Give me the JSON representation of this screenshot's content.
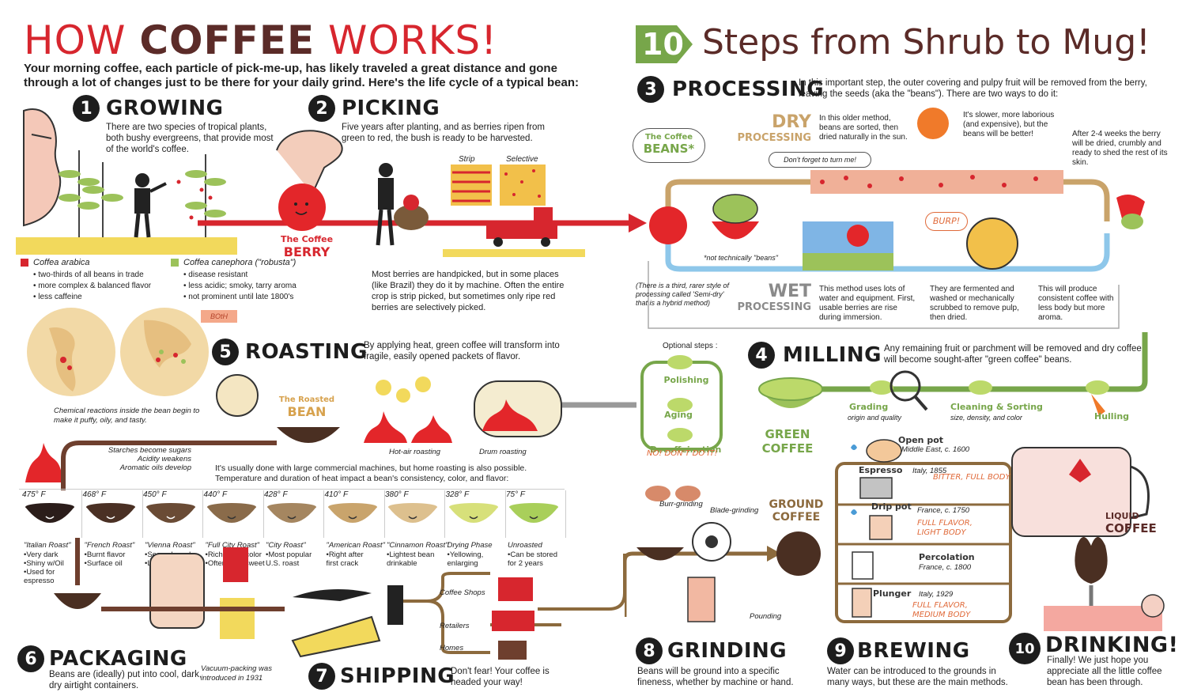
{
  "header": {
    "left_title_a": "HOW",
    "left_title_b": "COFFEE",
    "left_title_c": "WORKS!",
    "right_num": "10",
    "right_title": "Steps from Shrub to Mug!",
    "intro": "Your morning coffee, each particle of pick-me-up, has likely traveled a great distance and gone through a lot of changes just to be there for your daily grind. Here's the life cycle of a typical bean:"
  },
  "colors": {
    "red": "#d7262e",
    "brown": "#5b2b28",
    "green": "#77a64a",
    "blue": "#8ec7ea",
    "tan": "#c9a36a",
    "dark": "#1d1d1d"
  },
  "steps": {
    "growing": {
      "num": "1",
      "title": "GROWING",
      "desc": "There are two species of tropical plants, both bushy evergreens, that provide most of the world's coffee.",
      "arabica_name": "Coffea arabica",
      "arabica_points": [
        "two-thirds of all beans in trade",
        "more complex & balanced flavor",
        "less caffeine"
      ],
      "robusta_name": "Coffea canephora (\"robusta\")",
      "robusta_points": [
        "disease resistant",
        "less acidic; smoky, tarry aroma",
        "not prominent until late 1800's"
      ],
      "both_label": "BOtH"
    },
    "picking": {
      "num": "2",
      "title": "PICKING",
      "desc": "Five years after planting, and as berries ripen from green to red, the bush is ready to be harvested.",
      "strip_label": "Strip",
      "selective_label": "Selective",
      "berry_label_a": "The Coffee",
      "berry_label_b": "BERRY",
      "note": "Most berries are handpicked, but in some places (like Brazil) they do it by machine. Often the entire crop is strip picked, but sometimes only ripe red berries are selectively picked."
    },
    "processing": {
      "num": "3",
      "title": "PROCESSING",
      "desc": "In this important step, the outer covering and pulpy fruit will be removed from the berry, leaving the seeds (aka the \"beans\"). There are two ways to do it:",
      "beans_label_a": "The Coffee",
      "beans_label_b": "BEANS*",
      "not_beans": "*not technically \"beans\"",
      "dry_a": "DRY",
      "dry_b": "PROCESSING",
      "dry_text1": "In this older method, beans are sorted, then dried naturally in the sun.",
      "dry_text2": "It's slower, more laborious (and expensive), but the beans will be better!",
      "dry_text3": "After 2-4 weeks the berry will be dried, crumbly and ready to shed the rest of its skin.",
      "turn_me": "Don't forget to turn me!",
      "wet_a": "WET",
      "wet_b": "PROCESSING",
      "wet_text1": "This method uses lots of water and equipment. First, usable berries are rise during immersion.",
      "wet_text2": "They are fermented and washed or mechanically scrubbed to remove pulp, then dried.",
      "wet_text3": "This will produce consistent coffee with less body but more aroma.",
      "burp": "BURP!",
      "semidry": "(There is a third, rarer style of processing called 'Semi-dry' that is a hybrid method)"
    },
    "milling": {
      "num": "4",
      "title": "MILLING",
      "desc": "Any remaining fruit or parchment will be removed and dry coffee will become sought-after \"green coffee\" beans.",
      "optional": "Optional steps :",
      "polishing": "Polishing",
      "aging": "Aging",
      "decaf": "Decaffeination",
      "no_dont": "NO! DON'T DO IT!",
      "green_a": "GREEN",
      "green_b": "COFFEE",
      "grading": "Grading",
      "grading_sub": "origin and quality",
      "cleaning": "Cleaning & Sorting",
      "cleaning_sub": "size, density, and color",
      "hulling": "Hulling"
    },
    "roasting": {
      "num": "5",
      "title": "ROASTING",
      "desc": "By applying heat, green coffee will transform into fragile, easily opened packets of flavor.",
      "chem": "Chemical reactions inside the bean begin to make it puffy, oily, and tasty.",
      "roasted_a": "The Roasted",
      "roasted_b": "BEAN",
      "hot_air": "Hot-air roasting",
      "drum": "Drum roasting",
      "changes": [
        "Starches become sugars",
        "Acidity weakens",
        "Aromatic oils develop"
      ],
      "usually": "It's usually done with large commercial machines, but home roasting is also possible. Temperature and duration of heat impact a bean's consistency, color, and flavor:"
    },
    "packaging": {
      "num": "6",
      "title": "PACKAGING",
      "desc": "Beans are (ideally) put into cool, dark, dry airtight containers.",
      "vacuum": "Vacuum-packing was introduced in 1931"
    },
    "shipping": {
      "num": "7",
      "title": "SHIPPING",
      "desc": "Don't fear! Your coffee is headed your way!",
      "dest": [
        "Coffee Shops",
        "Retailers",
        "Homes"
      ]
    },
    "grinding": {
      "num": "8",
      "title": "GRINDING",
      "desc": "Beans will be ground into a specific fineness, whether by machine or hand.",
      "burr": "Burr-grinding",
      "blade": "Blade-grinding",
      "pounding": "Pounding",
      "ground_a": "GROUND",
      "ground_b": "COFFEE"
    },
    "brewing": {
      "num": "9",
      "title": "BREWING",
      "desc": "Water can be introduced to the grounds in many ways, but these are the main methods.",
      "methods": [
        {
          "name": "Open pot",
          "origin": "Middle East, c. 1600",
          "note": ""
        },
        {
          "name": "Espresso",
          "origin": "Italy, 1855",
          "note": "BITTER, FULL BODY"
        },
        {
          "name": "Drip pot",
          "origin": "France, c. 1750",
          "note": "FULL FLAVOR, LIGHT BODY"
        },
        {
          "name": "Percolation",
          "origin": "France, c. 1800",
          "note": ""
        },
        {
          "name": "Plunger",
          "origin": "Italy, 1929",
          "note": "FULL FLAVOR, MEDIUM BODY"
        }
      ]
    },
    "drinking": {
      "num": "10",
      "title": "DRINKING!",
      "desc": "Finally! We just hope you appreciate all the little coffee bean has been through.",
      "liquid_a": "LIQUID",
      "liquid_b": "COFFEE"
    }
  },
  "roast_levels": [
    {
      "temp": "475° F",
      "name": "\"Italian Roast\"",
      "notes": [
        "•Very dark",
        "•Shiny w/Oil",
        "•Used for",
        "espresso"
      ],
      "color": "#2b1d1a"
    },
    {
      "temp": "468° F",
      "name": "\"French Roast\"",
      "notes": [
        "•Burnt flavor",
        "•Surface oil"
      ],
      "color": "#4a3024"
    },
    {
      "temp": "450° F",
      "name": "\"Vienna Roast\"",
      "notes": [
        "•Second crack",
        "•Light oil"
      ],
      "color": "#6a4b35"
    },
    {
      "temp": "440° F",
      "name": "\"Full City Roast\"",
      "notes": [
        "•Rich, even color",
        "•Often bittersweet"
      ],
      "color": "#8a6b4a"
    },
    {
      "temp": "428° F",
      "name": "\"City Roast\"",
      "notes": [
        "•Most popular",
        "U.S. roast"
      ],
      "color": "#a58660"
    },
    {
      "temp": "410° F",
      "name": "\"American Roast\"",
      "notes": [
        "•Right after",
        "first crack"
      ],
      "color": "#c9a46c"
    },
    {
      "temp": "380° F",
      "name": "\"Cinnamon Roast\"",
      "notes": [
        "•Lightest bean",
        "drinkable"
      ],
      "color": "#ddc08e"
    },
    {
      "temp": "328° F",
      "name": "Drying Phase",
      "notes": [
        "•Yellowing,",
        "enlarging"
      ],
      "color": "#d7e07a"
    },
    {
      "temp": "75° F",
      "name": "Unroasted",
      "notes": [
        "•Can be stored",
        "for 2 years"
      ],
      "color": "#a9cf5a"
    }
  ]
}
